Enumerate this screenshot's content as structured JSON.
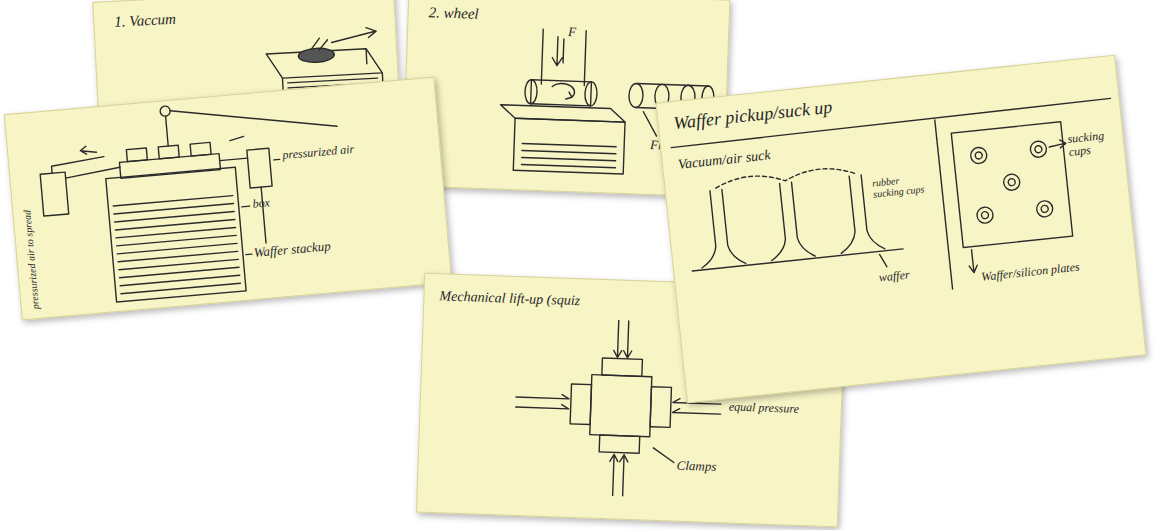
{
  "diagram": {
    "labels": [
      "1. Vaccum",
      "2. wheel",
      "F",
      "Friction",
      "pressurized air",
      "box",
      "Waffer stackup",
      "pressurized air to spread",
      "Mechanical lift-up (squiz",
      "equal pressure",
      "Clamps",
      "Waffer pickup/suck up",
      "Vacuum/air suck",
      "rubber sucking cups",
      "sucking cups",
      "waffer",
      "Waffer/silicon plates"
    ]
  }
}
